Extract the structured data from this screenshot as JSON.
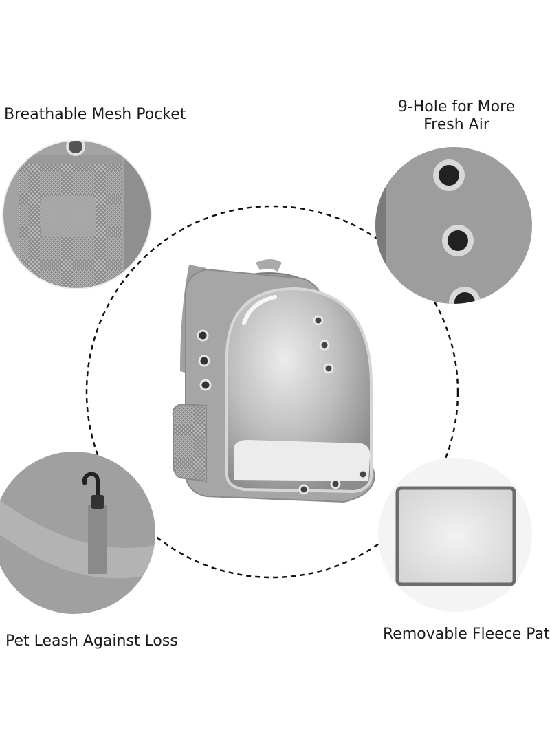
{
  "features": {
    "top_left": "Breathable Mesh Pocket",
    "top_right_line1": "9-Hole for More",
    "top_right_line2": "Fresh Air",
    "bottom_left": "Pet Leash Against Loss",
    "bottom_right": "Removable Fleece Pat"
  },
  "colors": {
    "fabric_gray": "#9a9a9a",
    "dark_gray": "#6e6e6e",
    "light_gray": "#cfcfcf",
    "dashed_circle": "#111111"
  }
}
